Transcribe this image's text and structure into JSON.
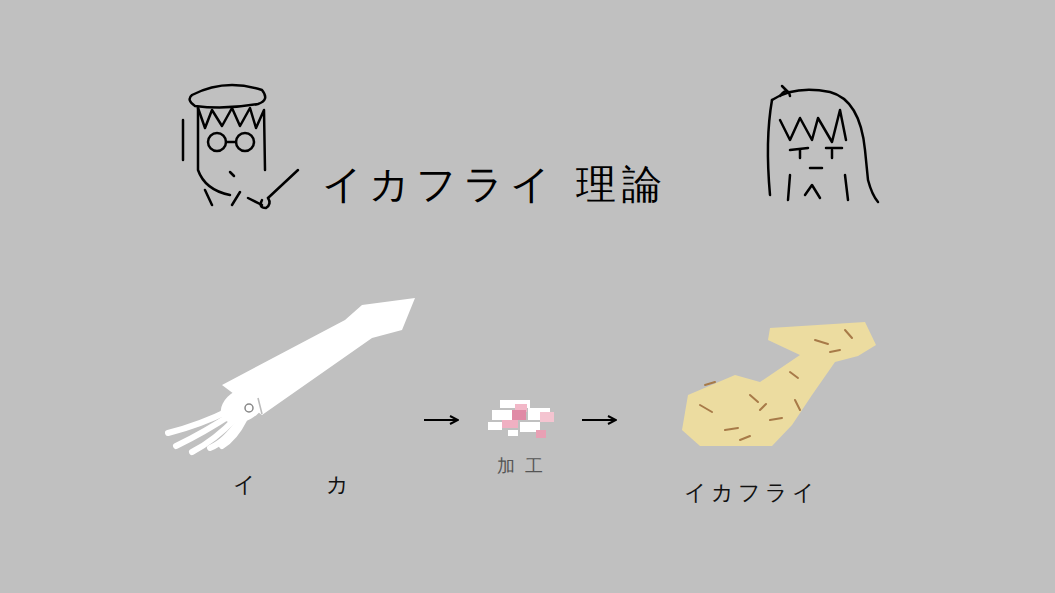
{
  "diagram": {
    "title": "イカフライ 理論",
    "nodes": [
      {
        "text": [
          "イカ"
        ]
      },
      {
        "text": [
          "加工"
        ]
      },
      {
        "text": [
          "イカフライ"
        ]
      }
    ],
    "edges": [
      {
        "from": 0,
        "to": 1,
        "arrow": "to"
      },
      {
        "from": 1,
        "to": 2,
        "arrow": "to"
      }
    ]
  }
}
